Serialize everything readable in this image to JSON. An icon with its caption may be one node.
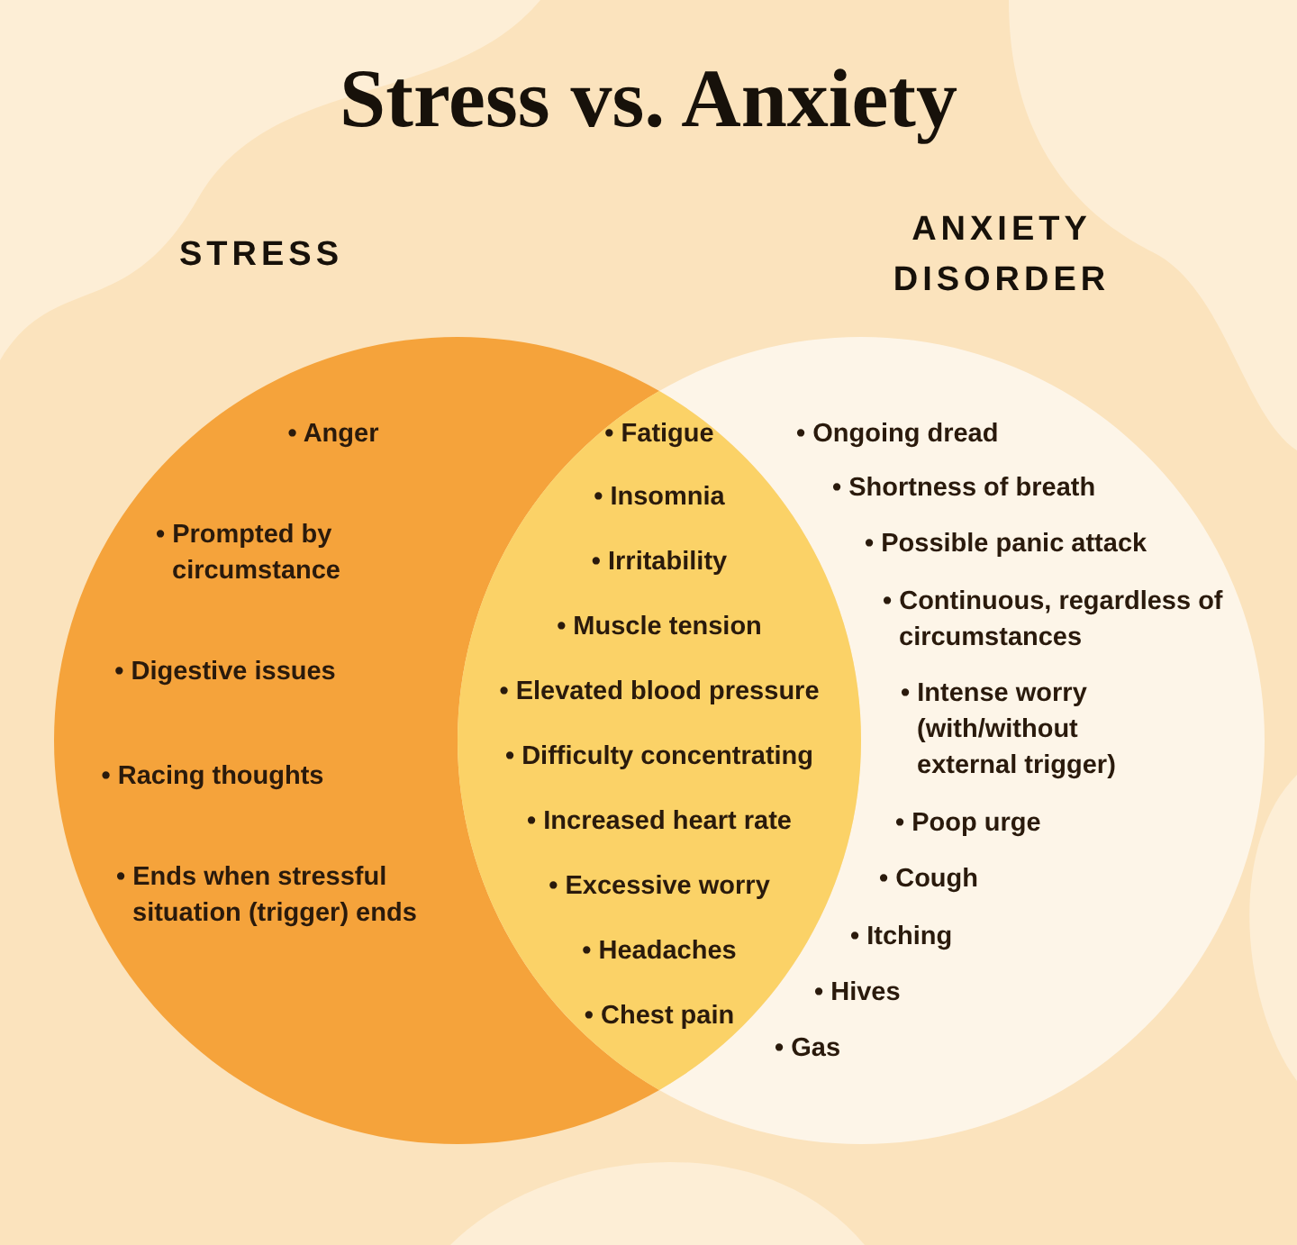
{
  "diagram": {
    "title": "Stress vs. Anxiety",
    "nodes": [
      {
        "text": [
          "STRESS",
          "• Anger",
          "• Prompted by circumstance",
          "• Digestive issues",
          "• Racing thoughts",
          "• Ends when stressful situation (trigger) ends"
        ]
      },
      {
        "text": [
          "ANXIETY DISORDER",
          "• Ongoing dread",
          "• Shortness of breath",
          "• Possible panic attack",
          "• Continuous, regardless of circumstances",
          "• Intense worry (with/without external trigger)",
          "• Poop urge",
          "• Cough",
          "• Itching",
          "• Hives",
          "• Gas"
        ]
      },
      {
        "text": [
          "• Fatigue",
          "• Insomnia",
          "• Irritability",
          "• Muscle tension",
          "• Elevated blood pressure",
          "• Difficulty concentrating",
          "• Increased heart rate",
          "• Excessive worry",
          "• Headaches",
          "• Chest pain"
        ]
      }
    ]
  }
}
